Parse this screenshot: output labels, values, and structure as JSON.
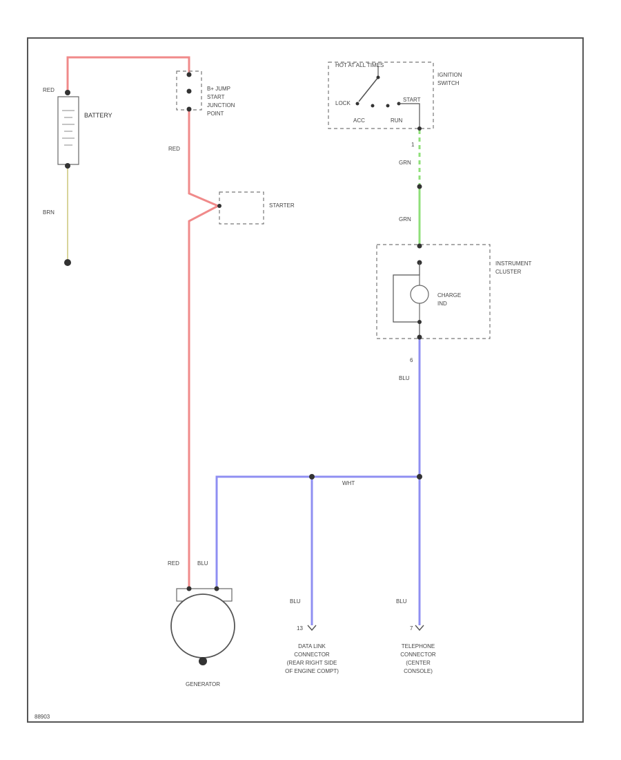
{
  "colors": {
    "red_wire": "#f08a8a",
    "brn_wire": "#d8d49a",
    "grn_wire": "#8fe07a",
    "blu_wire": "#8f8ff2",
    "frame": "#555555"
  },
  "components": {
    "battery": "BATTERY",
    "jump_point": [
      "B+ JUMP",
      "START",
      "JUNCTION",
      "POINT"
    ],
    "starter": "STARTER",
    "ignition_switch": [
      "IGNITION",
      "SWITCH"
    ],
    "switch_top": "HOT AT ALL TIMES",
    "switch_lock": "LOCK",
    "switch_start": "START",
    "switch_acc": "ACC",
    "switch_run": "RUN",
    "instrument_cluster": [
      "INSTRUMENT",
      "CLUSTER"
    ],
    "charge_ind": [
      "CHARGE",
      "IND"
    ],
    "generator": "GENERATOR",
    "data_link": [
      "DATA LINK",
      "CONNECTOR",
      "(REAR RIGHT SIDE",
      "OF ENGINE COMPT)"
    ],
    "telephone": [
      "TELEPHONE",
      "CONNECTOR",
      "(CENTER",
      "CONSOLE)"
    ]
  },
  "wires": {
    "red_batt": "RED",
    "red_main": "RED",
    "brn": "BRN",
    "grn_upper": "GRN",
    "grn_lower": "GRN",
    "blu_cluster": "BLU",
    "wht": "WHT",
    "red_gen": "RED",
    "blu_gen": "BLU",
    "blu_datalink": "BLU",
    "blu_phone": "BLU"
  },
  "pins": {
    "switch_out": "1",
    "cluster_out": "6",
    "datalink": "13",
    "phone": "7"
  },
  "figure_id": "88903"
}
